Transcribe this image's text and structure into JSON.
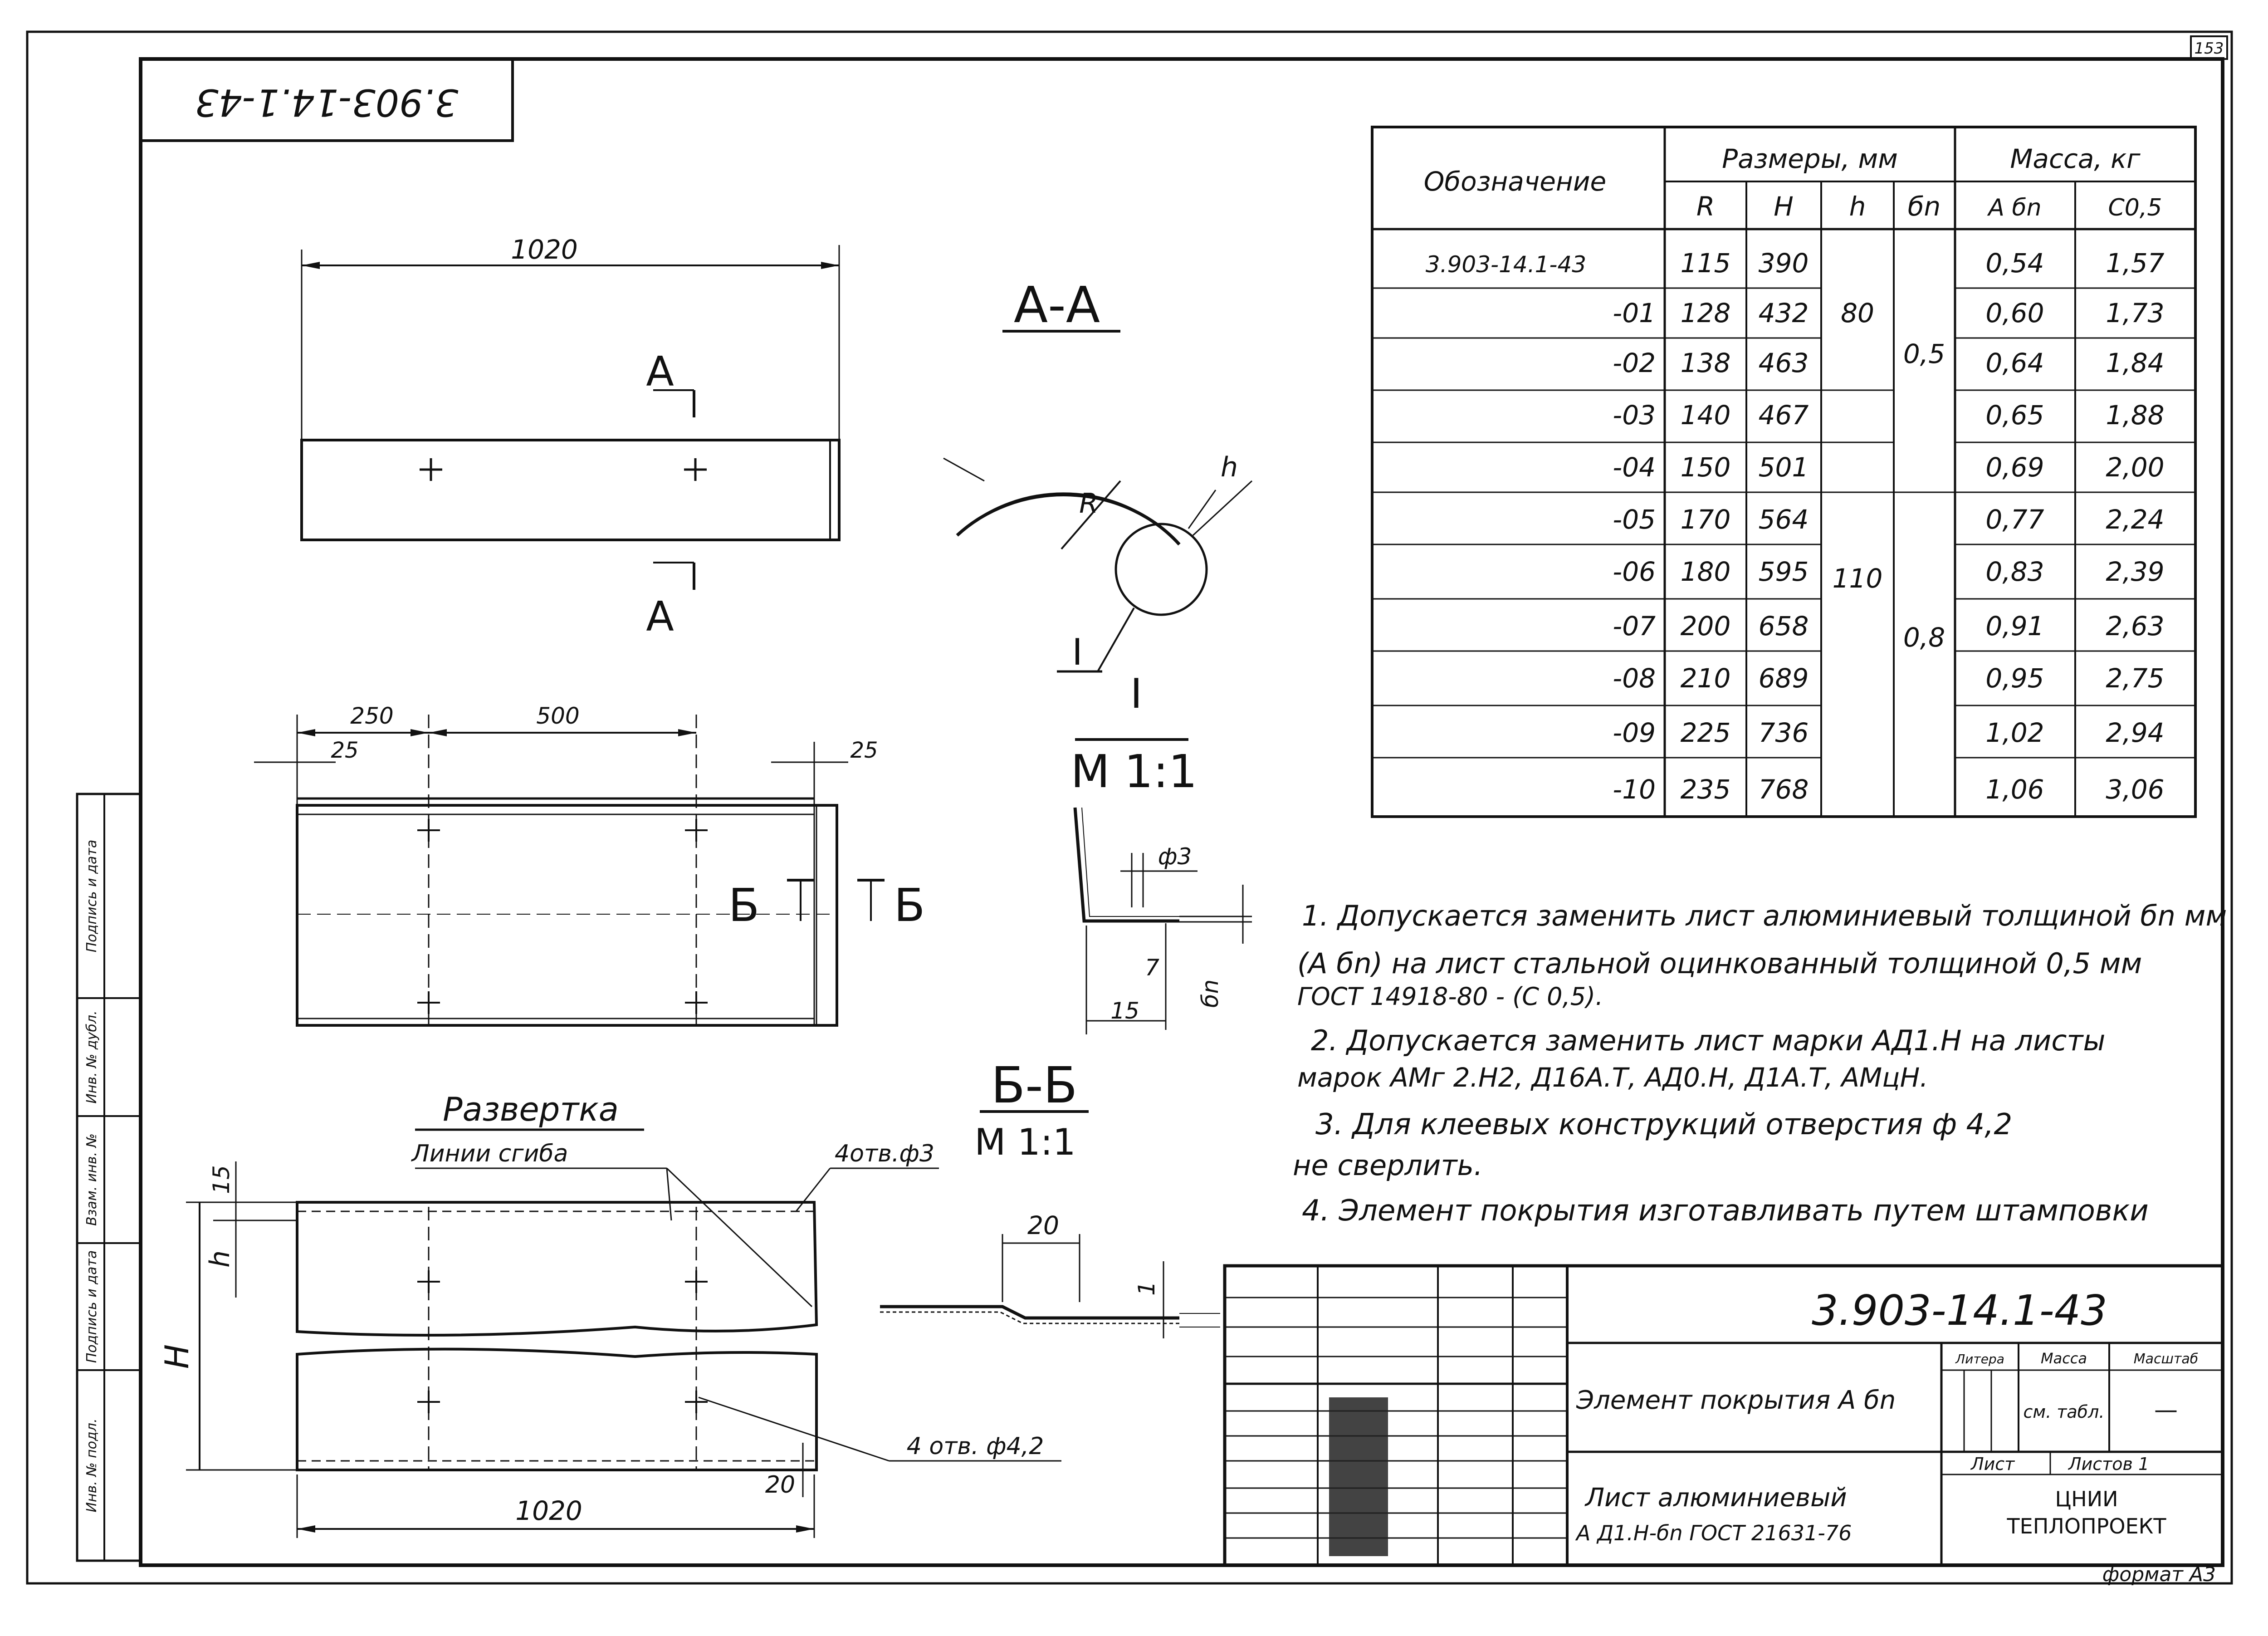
{
  "sheet_number": "153",
  "doc_code_rotated": "3.903-14.1-43",
  "format_label": "формат А3",
  "views": {
    "section_aa_label": "А-А",
    "cut_mark_a": "А",
    "top_width": "1020",
    "mid_dim_250": "250",
    "mid_dim_500": "500",
    "mid_dim_25_left": "25",
    "mid_dim_25_right": "25",
    "cut_mark_b": "Б",
    "detail_label": "I",
    "detail_scale": "М 1:1",
    "section_bb_label": "Б-Б",
    "section_bb_scale": "М 1:1",
    "detail_dim_phi3": "ф3",
    "detail_dim_7": "7",
    "detail_dim_15": "15",
    "detail_dim_delta": "бn",
    "bb_dim_20": "20",
    "bb_dim_1": "1",
    "radius_label": "R",
    "h_label": "h",
    "development_title": "Развертка",
    "fold_lines_label": "Линии сгиба",
    "holes_phi3": "4отв.ф3",
    "holes_phi42": "4 отв. ф4,2",
    "dev_dim_15": "15",
    "dev_dim_h": "h",
    "dev_dim_H": "H",
    "dev_dim_20": "20",
    "dev_width": "1020"
  },
  "table": {
    "col_designation": "Обозначение",
    "group_sizes": "Размеры, мм",
    "group_mass": "Масса, кг",
    "sub_headers": [
      "R",
      "H",
      "h",
      "бn",
      "А бn",
      "С0,5"
    ],
    "h_group_1": "80",
    "h_group_2": "110",
    "delta_group_1": "0,5",
    "delta_group_2": "0,8",
    "rows": [
      {
        "des": "3.903-14.1-43",
        "R": "115",
        "H": "390",
        "mA": "0,54",
        "mC": "1,57"
      },
      {
        "des": "-01",
        "R": "128",
        "H": "432",
        "mA": "0,60",
        "mC": "1,73"
      },
      {
        "des": "-02",
        "R": "138",
        "H": "463",
        "mA": "0,64",
        "mC": "1,84"
      },
      {
        "des": "-03",
        "R": "140",
        "H": "467",
        "mA": "0,65",
        "mC": "1,88"
      },
      {
        "des": "-04",
        "R": "150",
        "H": "501",
        "mA": "0,69",
        "mC": "2,00"
      },
      {
        "des": "-05",
        "R": "170",
        "H": "564",
        "mA": "0,77",
        "mC": "2,24"
      },
      {
        "des": "-06",
        "R": "180",
        "H": "595",
        "mA": "0,83",
        "mC": "2,39"
      },
      {
        "des": "-07",
        "R": "200",
        "H": "658",
        "mA": "0,91",
        "mC": "2,63"
      },
      {
        "des": "-08",
        "R": "210",
        "H": "689",
        "mA": "0,95",
        "mC": "2,75"
      },
      {
        "des": "-09",
        "R": "225",
        "H": "736",
        "mA": "1,02",
        "mC": "2,94"
      },
      {
        "des": "-10",
        "R": "235",
        "H": "768",
        "mA": "1,06",
        "mC": "3,06"
      }
    ]
  },
  "notes": [
    "1. Допускается заменить лист алюминиевый толщиной бn мм",
    "(А бn) на лист стальной оцинкованный толщиной 0,5 мм",
    "ГОСТ 14918-80 - (С 0,5).",
    "2. Допускается заменить лист марки АД1.Н на листы",
    "марок АМг 2.Н2, Д16А.Т, АД0.Н, Д1А.Т, АМцН.",
    "3. Для клеевых конструкций отверстия ф 4,2",
    "не сверлить.",
    "4. Элемент покрытия изготавливать путем штамповки"
  ],
  "title_block": {
    "doc_code": "3.903-14.1-43",
    "element_name": "Элемент покрытия А бn",
    "material_line1": "Лист алюминиевый",
    "material_line2": "А Д1.Н-бn ГОСТ 21631-76",
    "col_litera": "Литера",
    "col_mass": "Масса",
    "col_scale": "Масштаб",
    "mass_value": "см. табл.",
    "scale_value": "—",
    "sheet_label": "Лист",
    "sheets_label": "Листов 1",
    "org_line1": "ЦНИИ",
    "org_line2": "ТЕПЛОПРОЕКТ"
  },
  "side_stamp": [
    "Инв. № подл.",
    "Подпись и дата",
    "Взам. инв. №",
    "Инв. № дубл.",
    "Подпись и дата"
  ]
}
